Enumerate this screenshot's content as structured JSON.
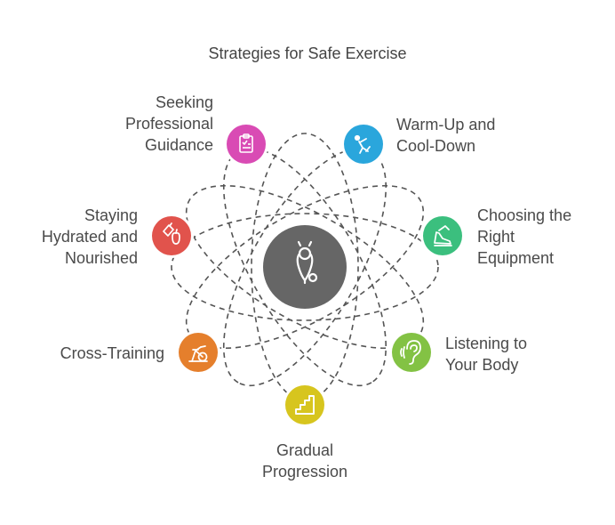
{
  "title": "Strategies for Safe Exercise",
  "center": {
    "icon": "stethoscope-icon",
    "color": "#666666"
  },
  "nodes": [
    {
      "label": "Seeking\nProfessional\nGuidance",
      "icon": "clipboard-checklist-icon",
      "color": "#d94bb4"
    },
    {
      "label": "Warm-Up and\nCool-Down",
      "icon": "stretching-person-icon",
      "color": "#2aa6dc"
    },
    {
      "label": "Choosing the\nRight\nEquipment",
      "icon": "running-shoe-icon",
      "color": "#3bbf7e"
    },
    {
      "label": "Listening to\nYour Body",
      "icon": "ear-icon",
      "color": "#83c244"
    },
    {
      "label": "Gradual\nProgression",
      "icon": "stairs-icon",
      "color": "#d7c51e"
    },
    {
      "label": "Cross-Training",
      "icon": "exercise-bike-icon",
      "color": "#e57f2c"
    },
    {
      "label": "Staying\nHydrated and\nNourished",
      "icon": "apple-bottle-icon",
      "color": "#e1534c"
    }
  ]
}
